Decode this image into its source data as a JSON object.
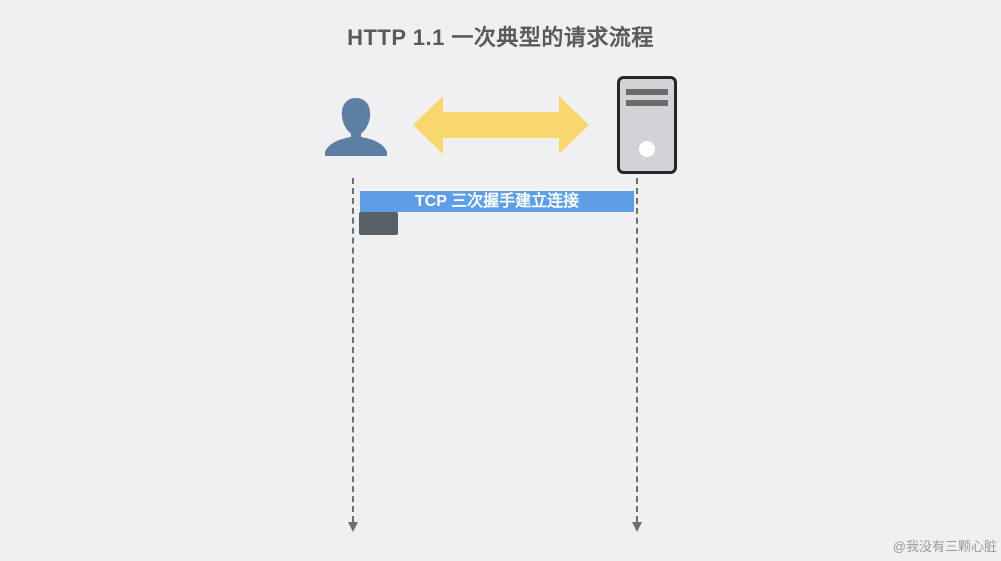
{
  "title": "HTTP 1.1 一次典型的请求流程",
  "tcp_label": "TCP 三次握手建立连接",
  "watermark": "@我没有三颗心脏",
  "icons": {
    "client": "user-icon",
    "server": "server-icon",
    "exchange": "double-arrow-icon"
  },
  "colors": {
    "user": "#5d7fa4",
    "double_arrow": "#f8d76e",
    "tcp_bar": "#5d9ee6",
    "dark_block": "#596066",
    "server_border": "#262626",
    "server_fill": "#d2d3d6",
    "lifeline": "#6f6f6f"
  }
}
